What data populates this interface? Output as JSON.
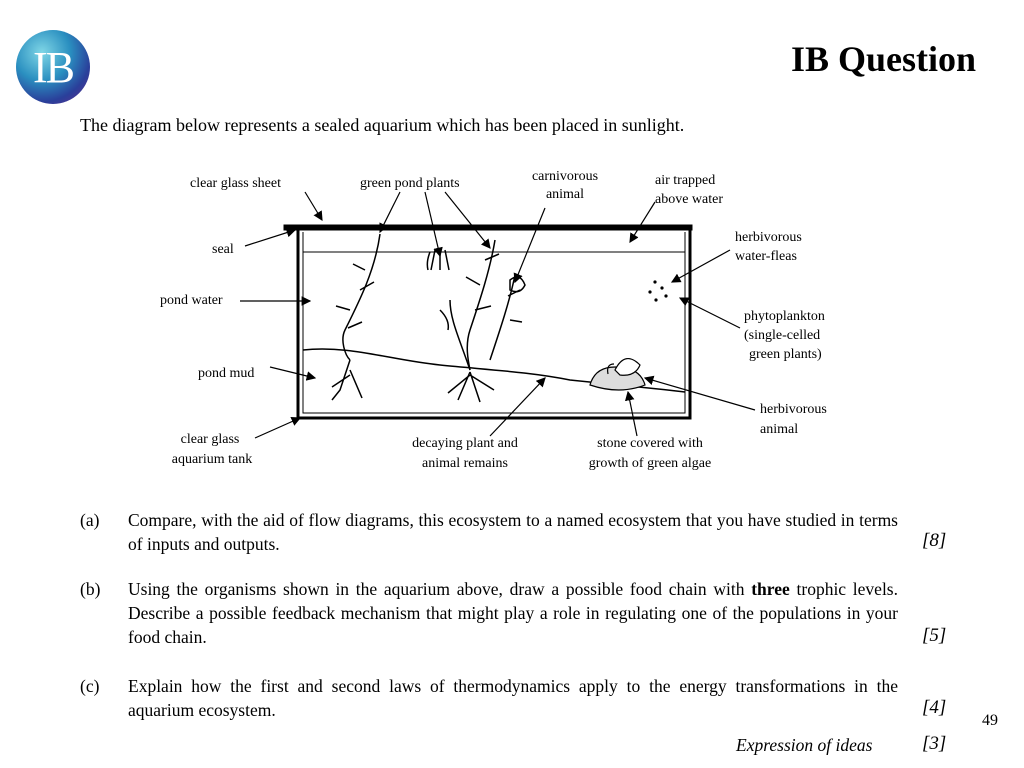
{
  "header": {
    "logo_text": "IB",
    "title": "IB Question"
  },
  "intro": "The diagram below represents a sealed aquarium which has been placed in sunlight.",
  "diagram": {
    "labels": {
      "clear_glass_sheet": "clear glass sheet",
      "green_pond_plants": "green pond plants",
      "carnivorous_1": "carnivorous",
      "carnivorous_2": "animal",
      "air_1": "air trapped",
      "air_2": "above water",
      "seal": "seal",
      "herb_fleas_1": "herbivorous",
      "herb_fleas_2": "water-fleas",
      "pond_water": "pond water",
      "phyto_1": "phytoplankton",
      "phyto_2": "(single-celled",
      "phyto_3": "green plants)",
      "pond_mud": "pond mud",
      "herb_animal_1": "herbivorous",
      "herb_animal_2": "animal",
      "tank_1": "clear glass",
      "tank_2": "aquarium tank",
      "decay_1": "decaying plant and",
      "decay_2": "animal remains",
      "stone_1": "stone covered with",
      "stone_2": "growth of green algae"
    }
  },
  "questions": [
    {
      "letter": "(a)",
      "text": "Compare, with the aid of flow diagrams, this ecosystem to a named ecosystem that you have studied in terms of inputs and outputs.",
      "mark": "[8]"
    },
    {
      "letter": "(b)",
      "text_before": "Using the organisms shown in the aquarium above, draw a possible food chain with ",
      "text_bold": "three",
      "text_after": " trophic levels.  Describe a possible feedback mechanism that might play a role in regulating one of the populations in your food chain.",
      "mark": "[5]"
    },
    {
      "letter": "(c)",
      "text": "Explain how the first and second laws of thermodynamics apply to the energy transformations in the aquarium ecosystem.",
      "mark": "[4]"
    }
  ],
  "expression": {
    "label": "Expression of ideas",
    "mark": "[3]"
  },
  "page_number": "49"
}
